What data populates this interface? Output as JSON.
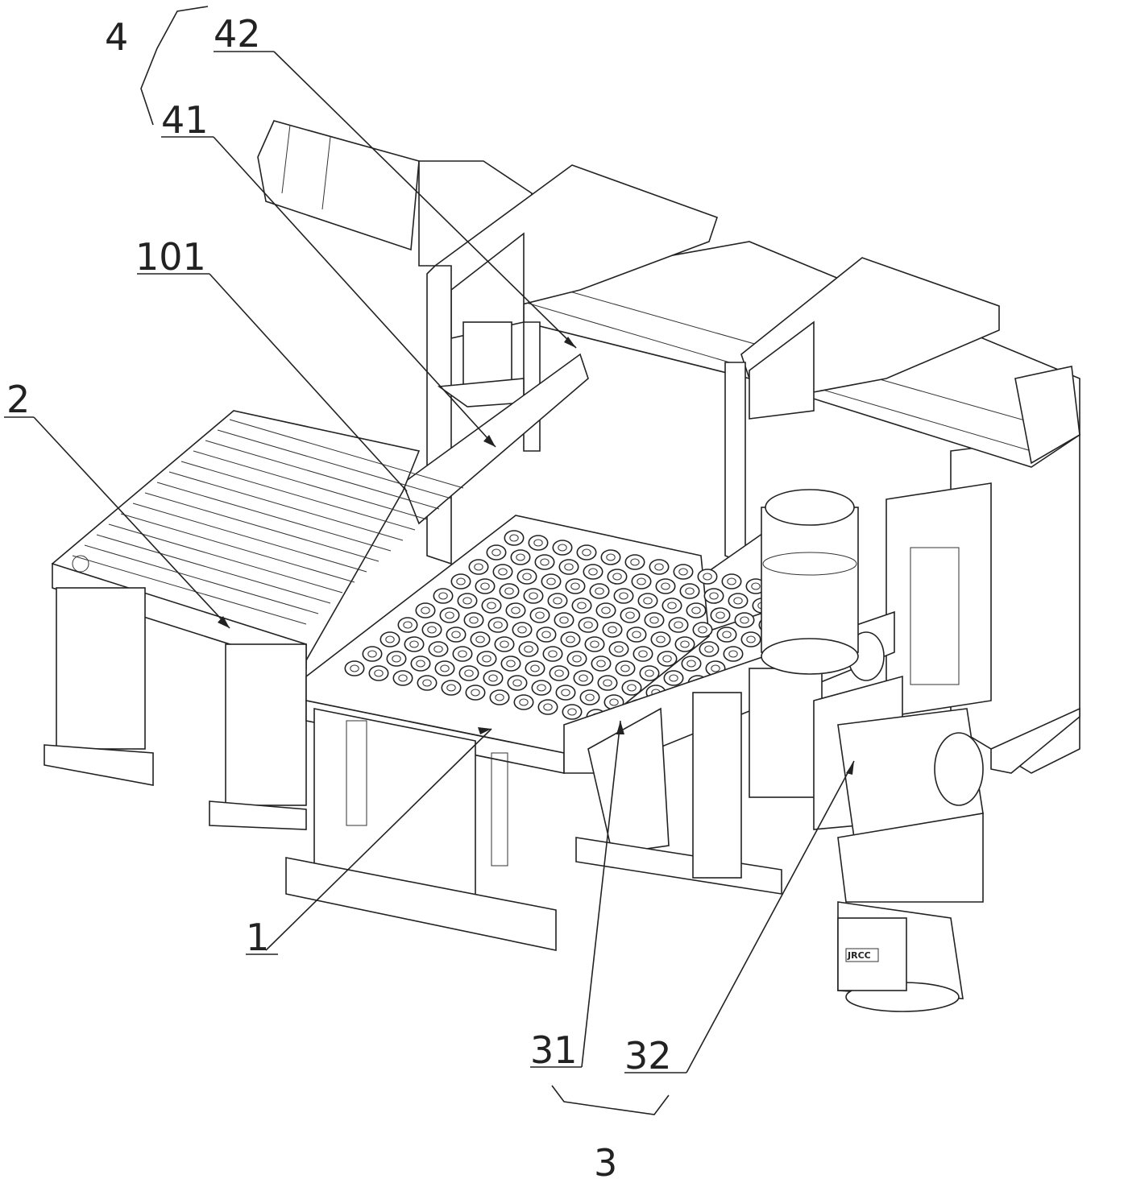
{
  "figure": {
    "reference_labels": {
      "assembly_4": "4",
      "part_42": "42",
      "part_41": "41",
      "part_101": "101",
      "part_2": "2",
      "part_1": "1",
      "part_31": "31",
      "part_32": "32",
      "assembly_3": "3"
    },
    "motor_brand": "JRCC",
    "bearing_grid": {
      "rows": 10,
      "cols": 13
    }
  }
}
